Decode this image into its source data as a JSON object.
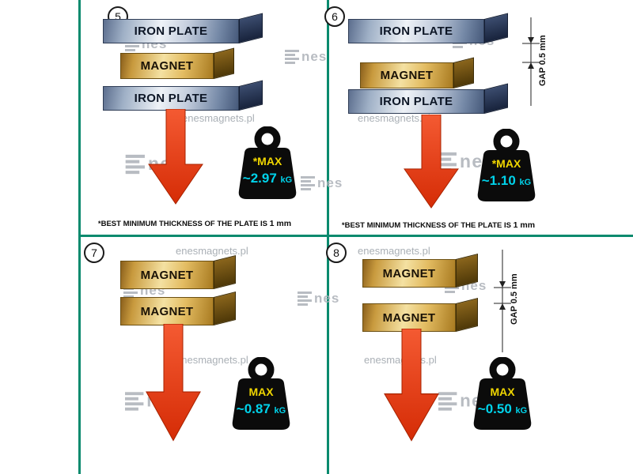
{
  "colors": {
    "divider": "#0a8a6e",
    "arrow": "#e2391b",
    "weight_body": "#0b0b0b",
    "max_label": "#f0d600",
    "value_text": "#00d2ea",
    "iron_plate_dark": "#2e3c55",
    "magnet_dark": "#6b4f12"
  },
  "watermark": {
    "site": "enesmagnets.pl",
    "logo_text": "nes"
  },
  "panels": [
    {
      "number": "5",
      "bars": [
        "IRON PLATE",
        "MAGNET",
        "IRON PLATE"
      ],
      "weight": {
        "label": "*MAX",
        "value": "~2.97",
        "unit": "kG"
      },
      "note": "*BEST MINIMUM THICKNESS OF THE PLATE IS",
      "note_bold": "1 mm"
    },
    {
      "number": "6",
      "bars": [
        "IRON PLATE",
        "MAGNET",
        "IRON PLATE"
      ],
      "gap_label": "GAP  0.5 mm",
      "weight": {
        "label": "*MAX",
        "value": "~1.10",
        "unit": "kG"
      },
      "note": "*BEST MINIMUM THICKNESS OF THE PLATE IS",
      "note_bold": "1 mm"
    },
    {
      "number": "7",
      "bars": [
        "MAGNET",
        "MAGNET"
      ],
      "weight": {
        "label": "MAX",
        "value": "~0.87",
        "unit": "kG"
      }
    },
    {
      "number": "8",
      "bars": [
        "MAGNET",
        "MAGNET"
      ],
      "gap_label": "GAP  0.5 mm",
      "weight": {
        "label": "MAX",
        "value": "~0.50",
        "unit": "kG"
      }
    }
  ]
}
